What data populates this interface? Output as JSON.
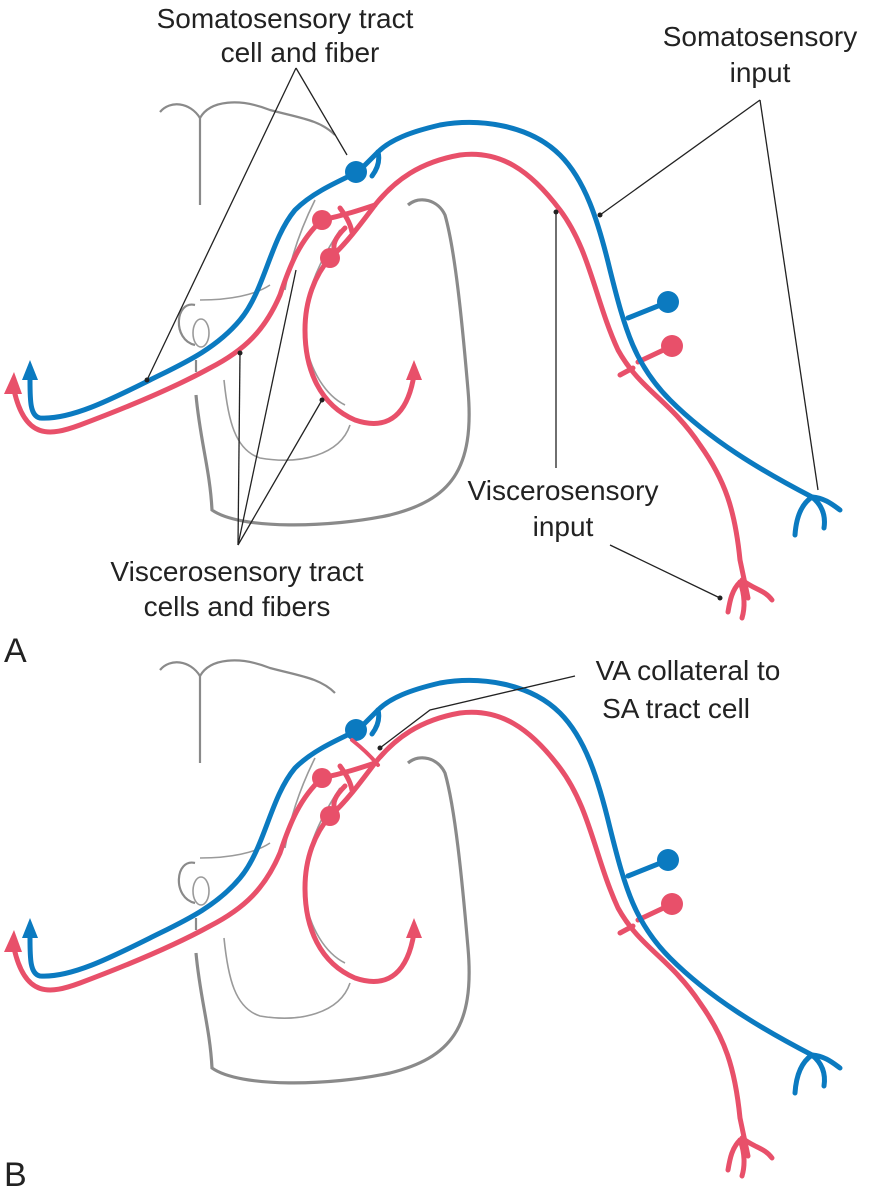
{
  "colors": {
    "somatosensory": "#0b7ac0",
    "viscerosensory": "#e8506a",
    "cord_outline": "#8a8a8a",
    "label_text": "#222222"
  },
  "panel_a": {
    "letter": "A",
    "label_somatosensory_tract": [
      "Somatosensory tract",
      "cell and fiber"
    ],
    "label_somatosensory_input": [
      "Somatosensory",
      "input"
    ],
    "label_viscerosensory_input": [
      "Viscerosensory",
      "input"
    ],
    "label_viscerosensory_tract": [
      "Viscerosensory tract",
      "cells and fibers"
    ]
  },
  "panel_b": {
    "letter": "B",
    "label_va_collateral": [
      "VA collateral to",
      "SA tract cell"
    ]
  }
}
